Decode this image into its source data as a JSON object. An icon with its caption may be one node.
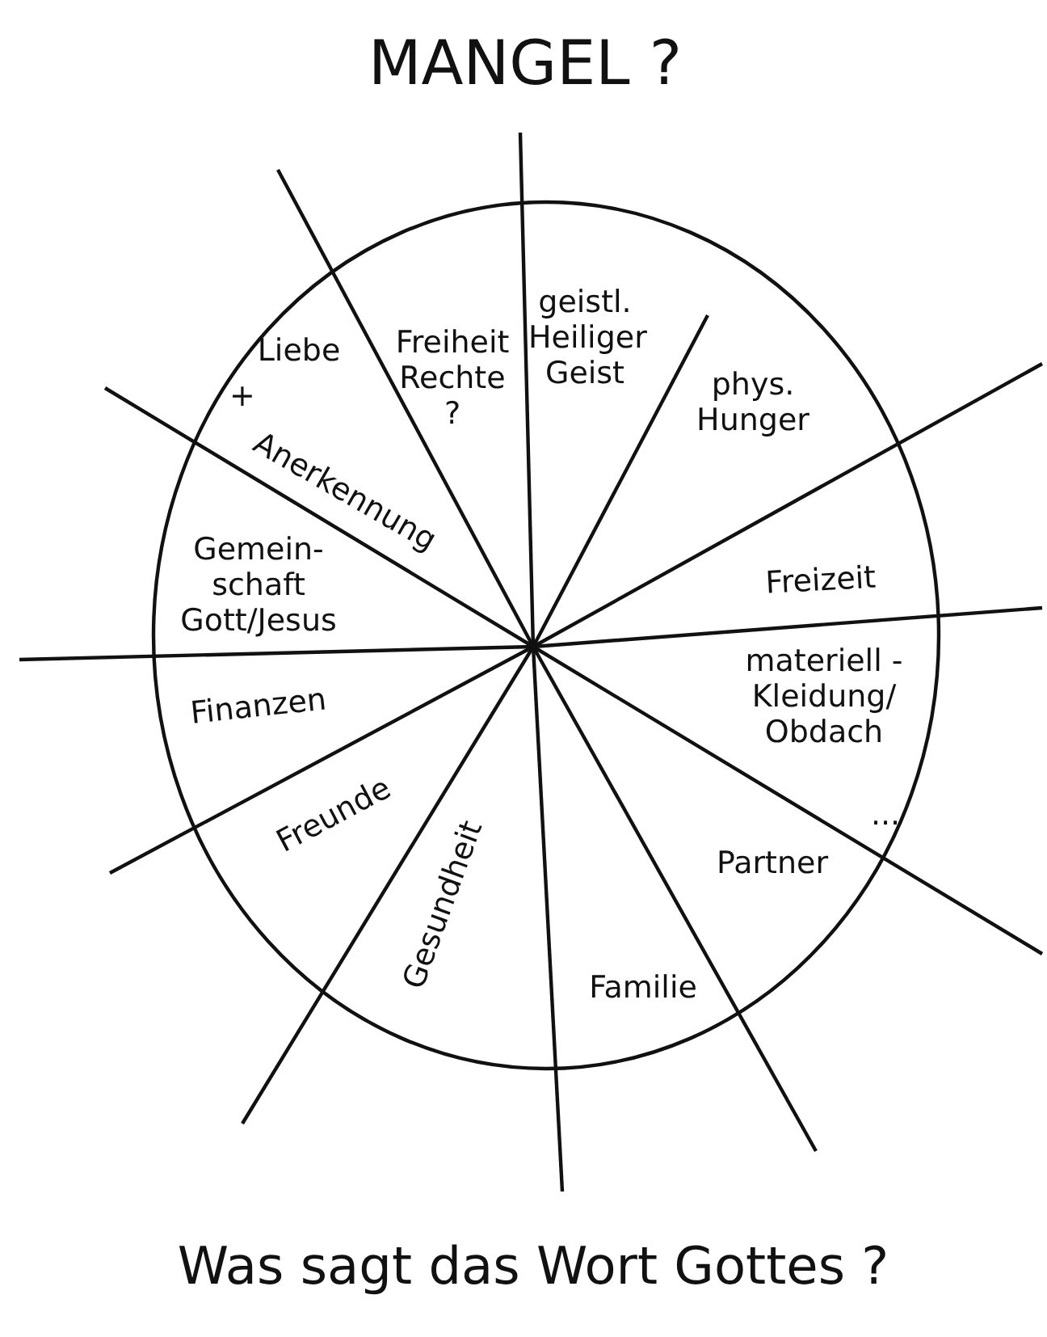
{
  "diagram": {
    "title": "MANGEL ?",
    "caption": "Was sagt das Wort Gottes ?",
    "labels": [
      "Liebe",
      "+",
      "Freiheit Rechte ?",
      "geistl. Heiliger Geist",
      "phys. Hunger",
      "Anerkennung",
      "Gemein- schaft Gott/Jesus",
      "Freizeit",
      "materiell - Kleidung/ Obdach",
      "...",
      "Finanzen",
      "Freunde",
      "Gesundheit",
      "Partner",
      "Familie"
    ]
  }
}
